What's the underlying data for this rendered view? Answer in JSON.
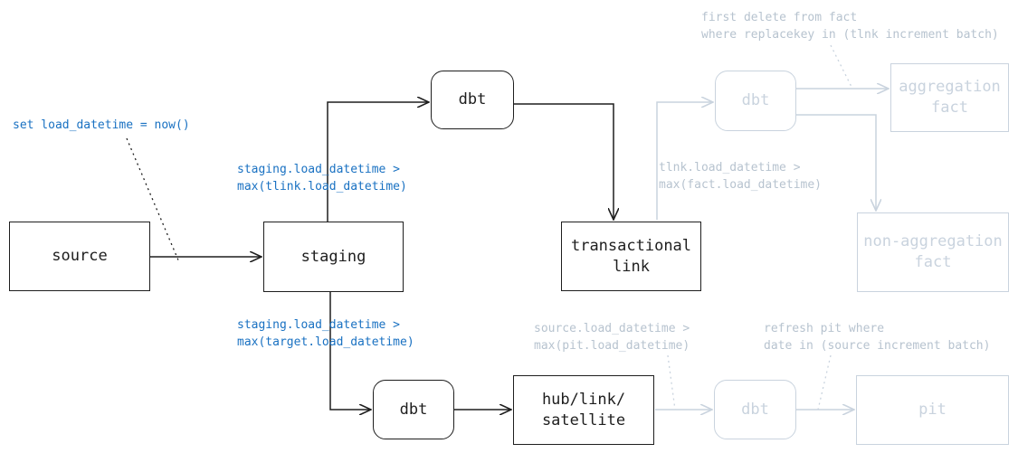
{
  "colors": {
    "primary_stroke": "#1e1e1e",
    "faded_stroke": "#c9d3de",
    "annotation_blue": "#1971c2",
    "annotation_faded": "#b7c3cf"
  },
  "nodes": {
    "source": "source",
    "staging": "staging",
    "dbt_top": "dbt",
    "transactional_link": "transactional\nlink",
    "dbt_bottom": "dbt",
    "hub_link_satellite": "hub/link/\nsatellite",
    "dbt_fact": "dbt",
    "aggregation_fact": "aggregation\nfact",
    "non_aggregation_fact": "non-aggregation\nfact",
    "dbt_pit": "dbt",
    "pit": "pit"
  },
  "annotations": {
    "set_load_datetime": "set load_datetime = now()",
    "staging_to_tlink": "staging.load_datetime >\nmax(tlink.load_datetime)",
    "staging_to_target": "staging.load_datetime >\nmax(target.load_datetime)",
    "tlink_to_fact": "tlnk.load_datetime >\nmax(fact.load_datetime)",
    "fact_delete": "first delete from fact\nwhere replacekey in (tlnk increment batch)",
    "source_to_pit": "source.load_datetime >\nmax(pit.load_datetime)",
    "pit_refresh": "refresh pit where\ndate in (source increment batch)"
  }
}
